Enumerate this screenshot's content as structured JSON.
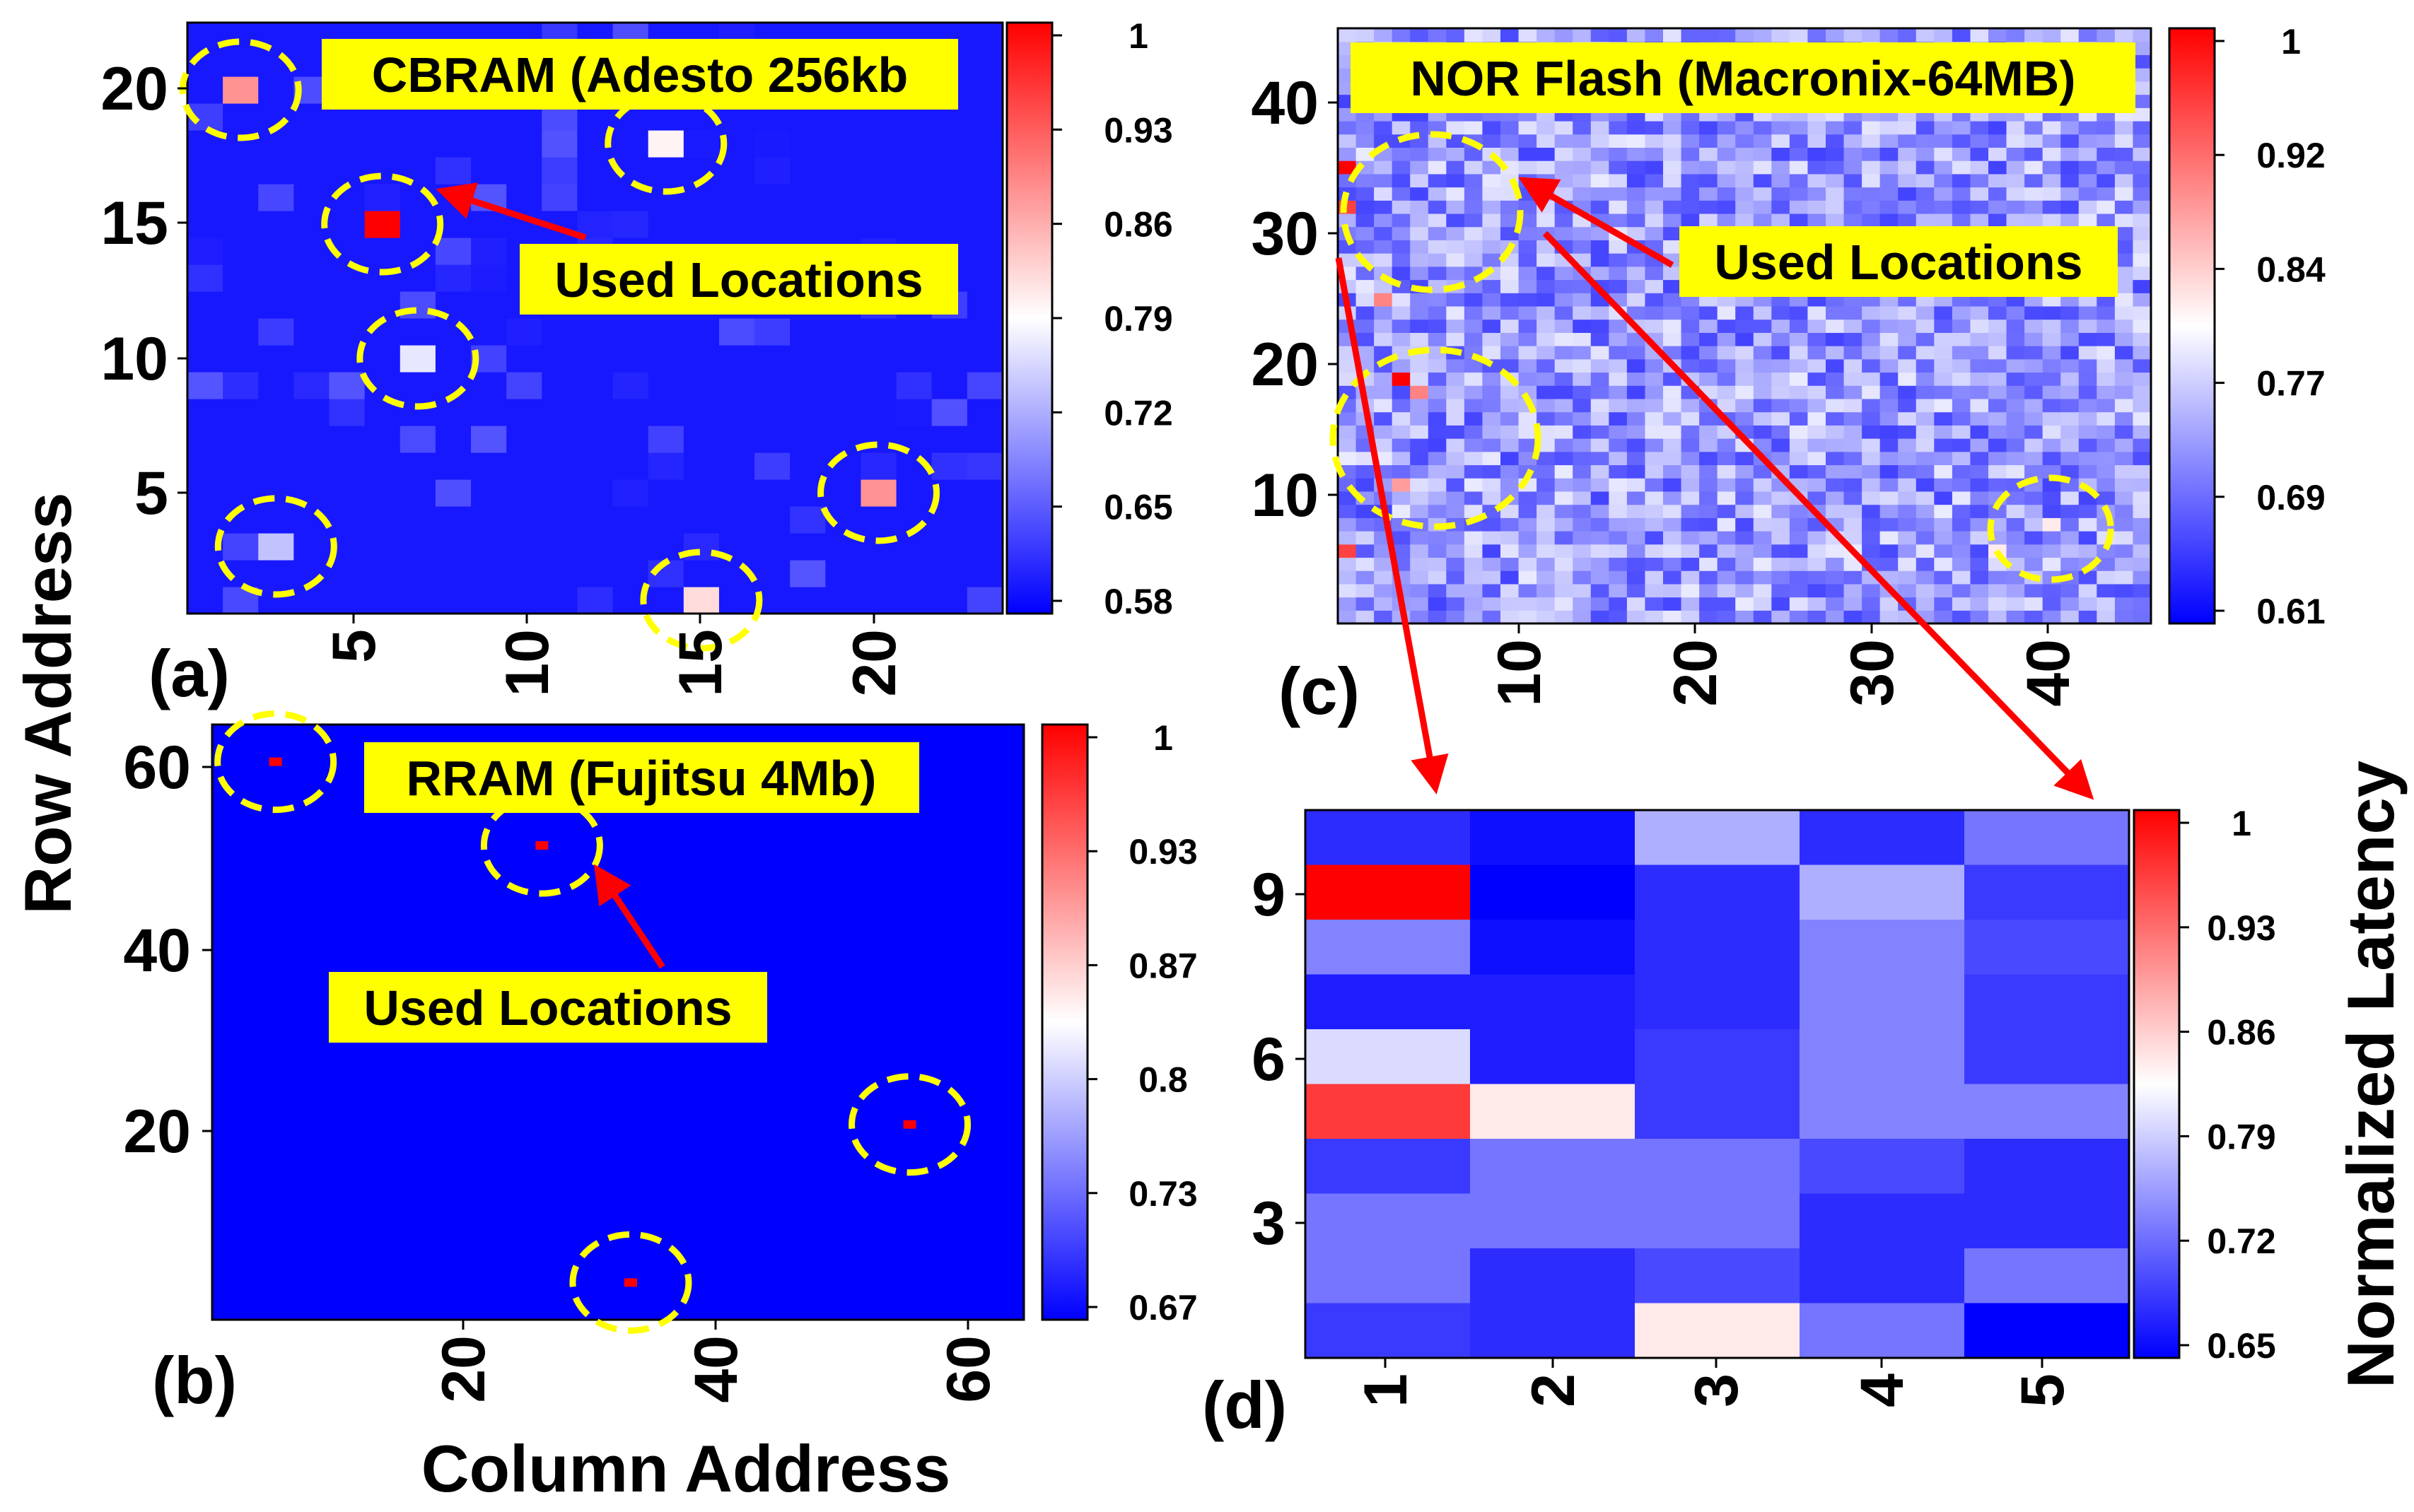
{
  "colors": {
    "scale_low": "#0000ff",
    "scale_mid": "#ffffff",
    "scale_high": "#ff0000",
    "annotation_fill": "#ffff00",
    "circle": "#ffff00",
    "arrow": "#ff0000"
  },
  "labels": {
    "row_address": "Row Address",
    "column_address": "Column Address",
    "normalized_latency": "Normalized Latency"
  },
  "chart_data": [
    {
      "id": "a",
      "panel_label": "(a)",
      "type": "heatmap",
      "title": "CBRAM (Adesto 256kb",
      "annotation": "Used Locations",
      "xlabel": "Column Address",
      "ylabel": "Row Address",
      "xlim": [
        0.5,
        23.5
      ],
      "ylim": [
        0.5,
        22
      ],
      "x_ticks": [
        "5",
        "10",
        "15",
        "20"
      ],
      "y_ticks": [
        "5",
        "10",
        "15",
        "20"
      ],
      "colorbar_ticks": [
        "1",
        "0.93",
        "0.86",
        "0.79",
        "0.72",
        "0.65",
        "0.58"
      ],
      "colorbar_range": [
        0.58,
        1
      ],
      "background_value": 0.6,
      "highlighted_cells": [
        {
          "x": 2,
          "y": 20,
          "value": 0.88
        },
        {
          "x": 6,
          "y": 15,
          "value": 1.0
        },
        {
          "x": 14,
          "y": 18,
          "value": 0.8
        },
        {
          "x": 7,
          "y": 10,
          "value": 0.77
        },
        {
          "x": 20,
          "y": 5,
          "value": 0.88
        },
        {
          "x": 3,
          "y": 3,
          "value": 0.74
        },
        {
          "x": 15,
          "y": 1,
          "value": 0.82
        }
      ],
      "used_locations": [
        [
          2,
          20
        ],
        [
          6,
          15
        ],
        [
          14,
          18
        ],
        [
          7,
          10
        ],
        [
          20,
          5
        ],
        [
          3,
          3
        ],
        [
          15,
          1
        ]
      ]
    },
    {
      "id": "b",
      "panel_label": "(b)",
      "type": "heatmap",
      "title": "RRAM (Fujitsu 4Mb)",
      "annotation": "Used Locations",
      "xlabel": "Column Address",
      "ylabel": "Row Address",
      "xlim": [
        0,
        64
      ],
      "ylim": [
        0,
        64
      ],
      "x_ticks": [
        "20",
        "40",
        "60"
      ],
      "y_ticks": [
        "20",
        "40",
        "60"
      ],
      "colorbar_ticks": [
        "1",
        "0.93",
        "0.87",
        "0.8",
        "0.73",
        "0.67"
      ],
      "colorbar_range": [
        0.67,
        1
      ],
      "background_value": 0.67,
      "highlighted_cells": [
        {
          "x": 5,
          "y": 60,
          "value": 1.0
        },
        {
          "x": 26,
          "y": 51,
          "value": 1.0
        },
        {
          "x": 55,
          "y": 21,
          "value": 1.0
        },
        {
          "x": 33,
          "y": 4,
          "value": 1.0
        }
      ],
      "used_locations": [
        [
          5,
          60
        ],
        [
          26,
          51
        ],
        [
          55,
          21
        ],
        [
          33,
          4
        ]
      ]
    },
    {
      "id": "c",
      "panel_label": "(c)",
      "type": "heatmap",
      "title": "NOR Flash (Macronix-64MB)",
      "annotation": "Used Locations",
      "xlabel": "Column Address",
      "ylabel": "Row Address",
      "xlim": [
        0.5,
        45.5
      ],
      "ylim": [
        0.5,
        45.5
      ],
      "x_ticks": [
        "10",
        "20",
        "30",
        "40"
      ],
      "y_ticks": [
        "10",
        "20",
        "30",
        "40"
      ],
      "colorbar_ticks": [
        "1",
        "0.92",
        "0.84",
        "0.77",
        "0.69",
        "0.61"
      ],
      "colorbar_range": [
        0.61,
        1
      ],
      "background_range": [
        0.66,
        0.79
      ],
      "highlighted_cells": [
        {
          "x": 1,
          "y": 35,
          "value": 1.0
        },
        {
          "x": 1,
          "y": 32,
          "value": 0.95
        },
        {
          "x": 3,
          "y": 25,
          "value": 0.9
        },
        {
          "x": 4,
          "y": 19,
          "value": 1.0
        },
        {
          "x": 5,
          "y": 18,
          "value": 0.9
        },
        {
          "x": 1,
          "y": 6,
          "value": 0.95
        },
        {
          "x": 4,
          "y": 11,
          "value": 0.88
        },
        {
          "x": 40,
          "y": 8,
          "value": 0.82
        },
        {
          "x": 27,
          "y": 30,
          "value": 0.86
        },
        {
          "x": 37,
          "y": 6,
          "value": 0.82
        }
      ]
    },
    {
      "id": "d",
      "panel_label": "(d)",
      "type": "heatmap",
      "ylabel_right": "Normalized Latency",
      "x_ticks": [
        "1",
        "2",
        "3",
        "4",
        "5"
      ],
      "y_ticks": [
        "3",
        "6",
        "9"
      ],
      "colorbar_ticks": [
        "1",
        "0.93",
        "0.86",
        "0.79",
        "0.72",
        "0.65"
      ],
      "colorbar_range": [
        0.65,
        1
      ],
      "columns": [
        1,
        2,
        3,
        4,
        5
      ],
      "rows_top_to_bottom": [
        10,
        9,
        8,
        7,
        6,
        5,
        4,
        3,
        2,
        1
      ],
      "values_top_to_bottom": [
        [
          0.68,
          0.66,
          0.77,
          0.68,
          0.73
        ],
        [
          1.0,
          0.65,
          0.68,
          0.77,
          0.69
        ],
        [
          0.74,
          0.66,
          0.68,
          0.74,
          0.7
        ],
        [
          0.67,
          0.67,
          0.68,
          0.74,
          0.69
        ],
        [
          0.8,
          0.67,
          0.69,
          0.74,
          0.69
        ],
        [
          0.96,
          0.84,
          0.69,
          0.74,
          0.74
        ],
        [
          0.69,
          0.73,
          0.73,
          0.7,
          0.68
        ],
        [
          0.73,
          0.73,
          0.73,
          0.68,
          0.68
        ],
        [
          0.73,
          0.68,
          0.7,
          0.68,
          0.73
        ],
        [
          0.69,
          0.68,
          0.84,
          0.73,
          0.65
        ]
      ]
    }
  ]
}
